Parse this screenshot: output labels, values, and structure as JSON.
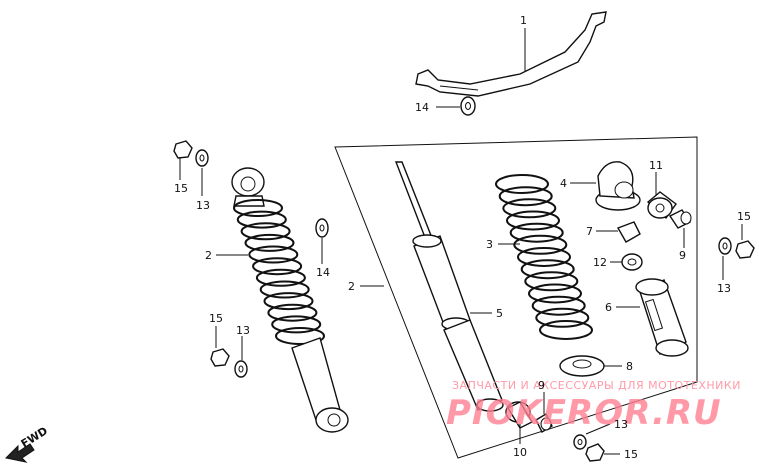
{
  "watermark": {
    "top_text": "ЗАПЧАСТИ И АКСЕССУАРЫ ДЛЯ МОТОТЕХНИКИ",
    "brand_text": "PIOKEROR.RU"
  },
  "direction_label": "FWD",
  "callouts": {
    "p1": "1",
    "p14_top": "14",
    "p15_left": "15",
    "p13_left": "13",
    "p2_left": "2",
    "p14_mid": "14",
    "p15_low": "15",
    "p13_low": "13",
    "p2_box": "2",
    "p3": "3",
    "p4": "4",
    "p5": "5",
    "p6": "6",
    "p7": "7",
    "p8": "8",
    "p9_right": "9",
    "p9_low": "9",
    "p10": "10",
    "p11": "11",
    "p12": "12",
    "p13_right": "13",
    "p15_right": "15",
    "p13_bottom": "13",
    "p15_bottom": "15"
  }
}
